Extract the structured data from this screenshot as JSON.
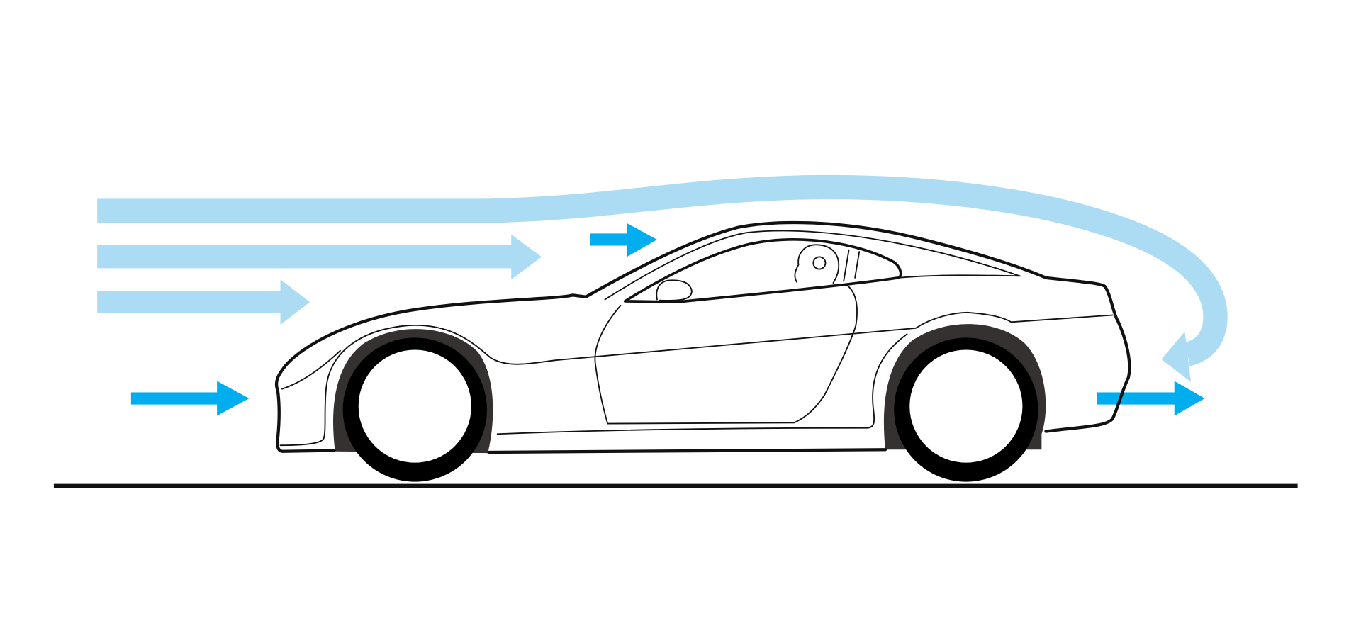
{
  "diagram": {
    "colors": {
      "airflow_light": "#acdcf4",
      "airflow_bright": "#00aeef",
      "car_outline": "#111111",
      "tire_shadow": "#353131",
      "ground": "#111111",
      "background": "#ffffff"
    },
    "icons": [
      "car-side-outline",
      "airflow-arrow",
      "ground-line"
    ]
  }
}
